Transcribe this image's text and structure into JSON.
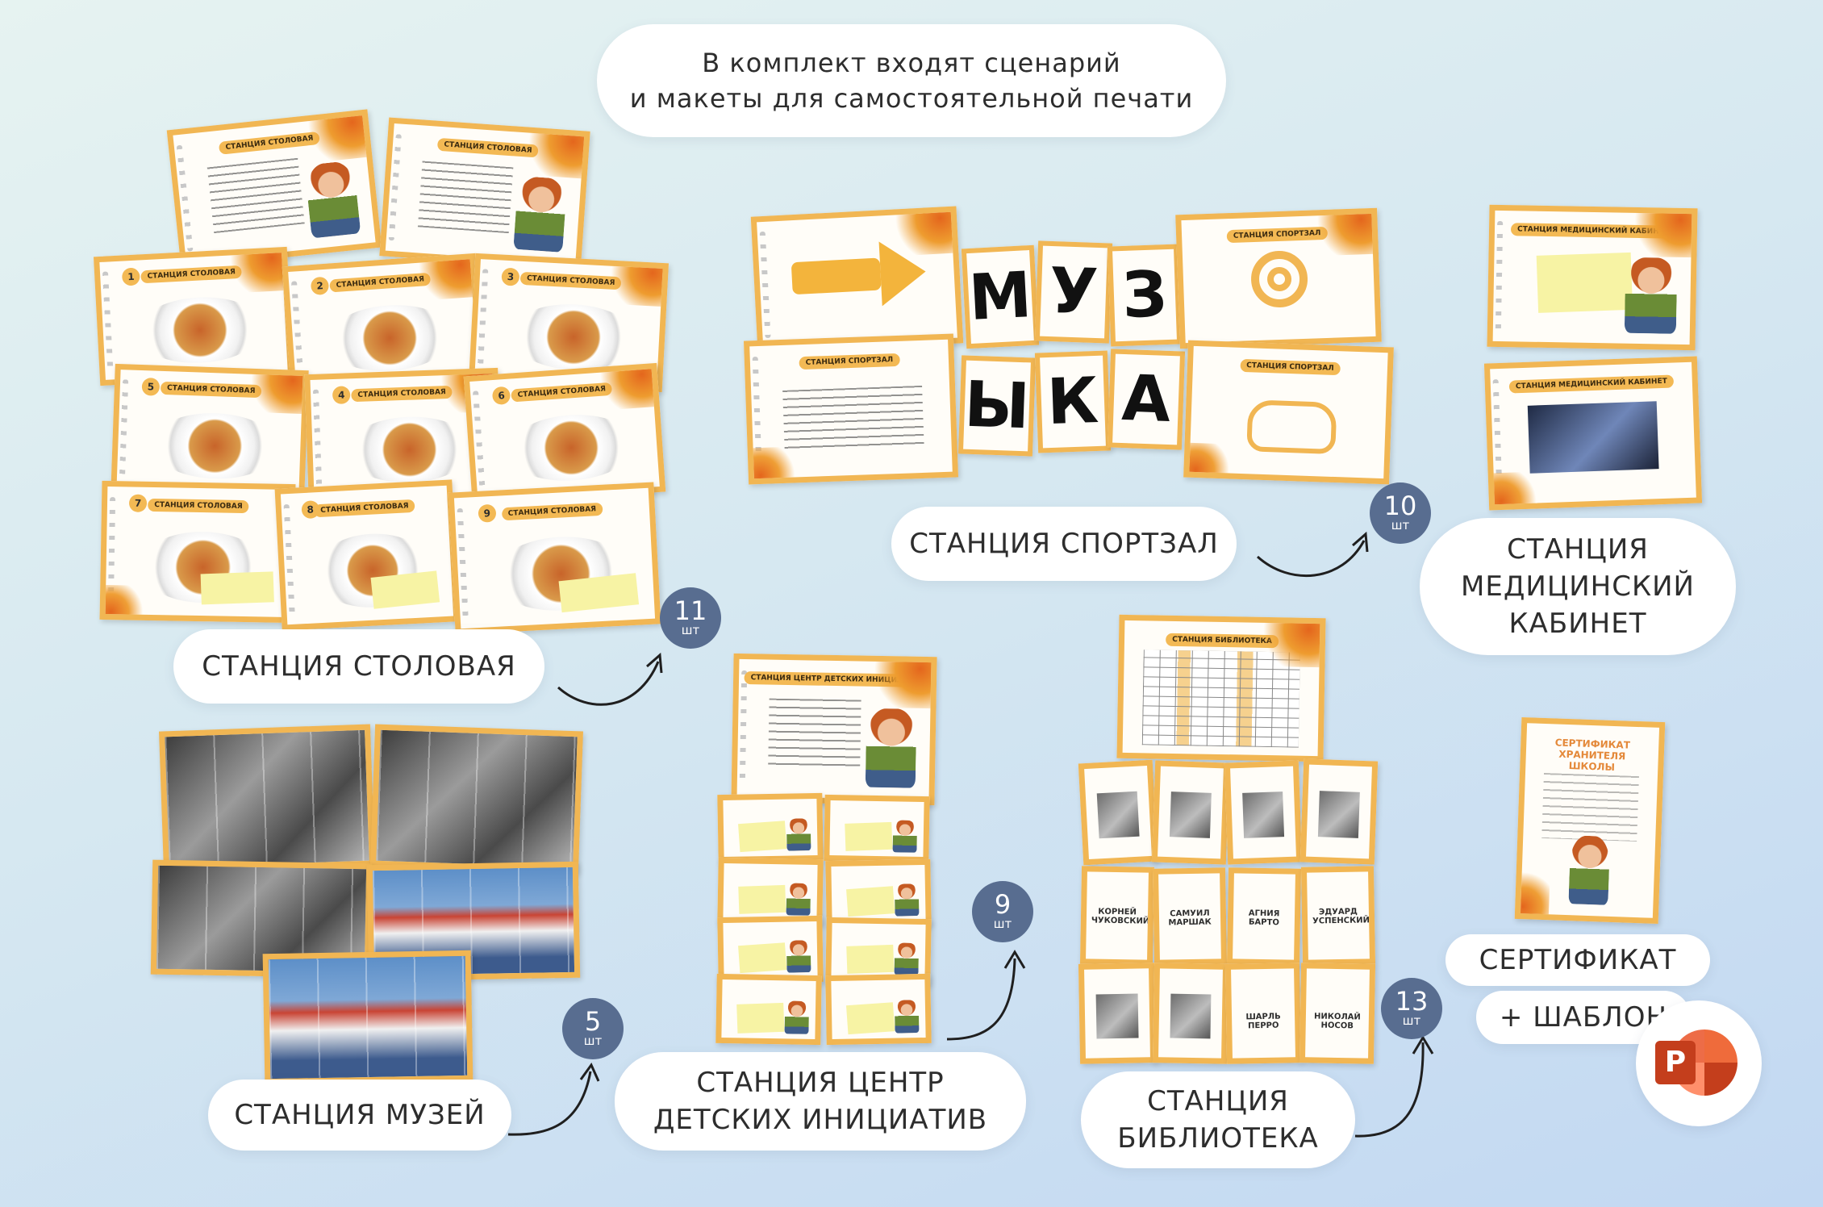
{
  "header": {
    "line1": "В комплект входят сценарий",
    "line2": "и макеты для самостоятельной печати"
  },
  "stations": {
    "stolovaya": {
      "label": "СТАНЦИЯ СТОЛОВАЯ",
      "count": "11",
      "unit": "шт"
    },
    "sportzal": {
      "label": "СТАНЦИЯ СПОРТЗАЛ",
      "count": "10",
      "unit": "шт"
    },
    "medkabinet": {
      "line1": "СТАНЦИЯ",
      "line2": "МЕДИЦИНСКИЙ",
      "line3": "КАБИНЕТ"
    },
    "muzei": {
      "label": "СТАНЦИЯ МУЗЕЙ",
      "count": "5",
      "unit": "шт"
    },
    "centr": {
      "line1": "СТАНЦИЯ ЦЕНТР",
      "line2": "ДЕТСКИХ ИНИЦИАТИВ",
      "count": "9",
      "unit": "шт"
    },
    "biblioteka": {
      "line1": "СТАНЦИЯ",
      "line2": "БИБЛИОТЕКА",
      "count": "13",
      "unit": "шт"
    }
  },
  "certificate": {
    "label": "СЕРТИФИКАТ",
    "template": "+ ШАБЛОН",
    "card_title": "СЕРТИФИКАТ ХРАНИТЕЛЯ ШКОЛЫ"
  },
  "ppt_letter": "P",
  "music_letters": [
    "М",
    "У",
    "З",
    "Ы",
    "К",
    "А"
  ],
  "card_labels": {
    "stolovaya": "СТАНЦИЯ СТОЛОВАЯ",
    "sportzal": "СТАНЦИЯ СПОРТЗАЛ",
    "med": "СТАНЦИЯ МЕДИЦИНСКИЙ КАБИНЕТ",
    "centr": "СТАНЦИЯ ЦЕНТР ДЕТСКИХ ИНИЦИАТИВ",
    "biblioteka": "СТАНЦИЯ БИБЛИОТЕКА"
  },
  "food_numbers": [
    "1",
    "2",
    "3",
    "5",
    "4",
    "6",
    "7",
    "8",
    "9"
  ],
  "authors": [
    "КОРНЕЙ ЧУКОВСКИЙ",
    "САМУИЛ МАРШАК",
    "АГНИЯ БАРТО",
    "ЭДУАРД УСПЕНСКИЙ",
    "ШАРЛЬ ПЕРРО",
    "НИКОЛАЙ НОСОВ"
  ],
  "colors": {
    "accent": "#f1b653",
    "badge": "#586d90",
    "leaf": "#e4661d"
  }
}
